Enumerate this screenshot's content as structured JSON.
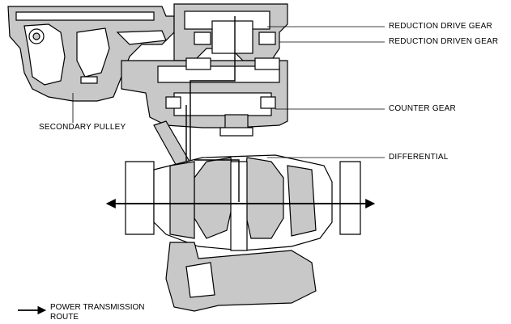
{
  "labels": {
    "reduction_drive_gear": "REDUCTION DRIVE GEAR",
    "reduction_driven_gear": "REDUCTION DRIVEN GEAR",
    "counter_gear": "COUNTER GEAR",
    "differential": "DIFFERENTIAL",
    "secondary_pulley": "SECONDARY PULLEY"
  },
  "legend": {
    "line1": "POWER TRANSMISSION",
    "line2": "ROUTE"
  },
  "colors": {
    "fill": "#c8c8c8",
    "line": "#000000",
    "background": "#ffffff"
  }
}
